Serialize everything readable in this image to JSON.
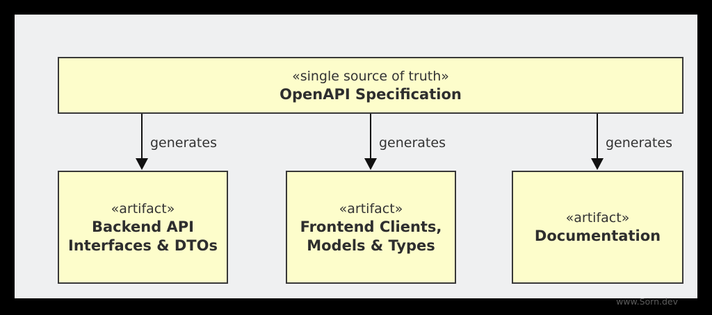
{
  "diagram": {
    "source_node": {
      "stereotype": "«single source of truth»",
      "name": "OpenAPI Specification"
    },
    "edges": [
      {
        "label": "generates"
      },
      {
        "label": "generates"
      },
      {
        "label": "generates"
      }
    ],
    "artifacts": [
      {
        "stereotype": "«artifact»",
        "name": "Backend API\nInterfaces & DTOs"
      },
      {
        "stereotype": "«artifact»",
        "name": "Frontend Clients,\nModels & Types"
      },
      {
        "stereotype": "«artifact»",
        "name": "Documentation"
      }
    ],
    "watermark": "www.Sorn.dev",
    "colors": {
      "frame_background": "#000000",
      "canvas_background": "#EFF0F1",
      "node_fill": "#FDFDCB",
      "node_border": "#383838",
      "text": "#333333",
      "arrow": "#111111",
      "watermark_text": "#5c5c5c"
    }
  }
}
